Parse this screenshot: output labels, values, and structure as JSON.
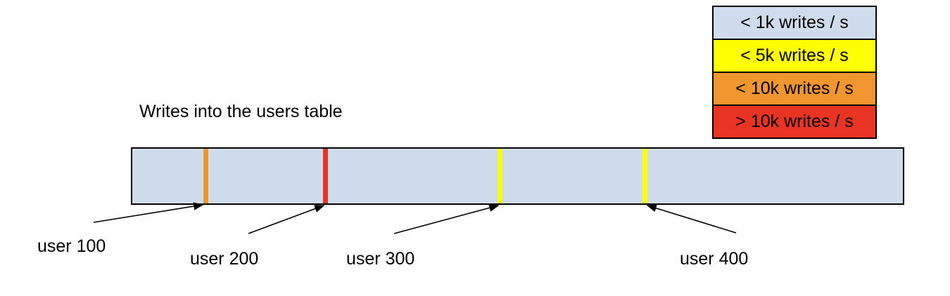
{
  "title": "Writes into the users table",
  "legend": {
    "items": [
      {
        "label": "< 1k writes / s",
        "color": "#cfdcee"
      },
      {
        "label": "< 5k writes / s",
        "color": "#feff01"
      },
      {
        "label": "< 10k writes / s",
        "color": "#f0962d"
      },
      {
        "label": "> 10k writes / s",
        "color": "#ea3423"
      }
    ]
  },
  "bar": {
    "fill": "#cfdcee",
    "border_color": "#000000"
  },
  "markers": [
    {
      "user": "user 100",
      "rate_class": "< 10k writes / s",
      "color": "#f0962d",
      "position_pct": 9.5
    },
    {
      "user": "user 200",
      "rate_class": "> 10k writes / s",
      "color": "#ea3423",
      "position_pct": 25.1
    },
    {
      "user": "user 300",
      "rate_class": "< 5k writes / s",
      "color": "#feff01",
      "position_pct": 47.7
    },
    {
      "user": "user 400",
      "rate_class": "< 5k writes / s",
      "color": "#feff01",
      "position_pct": 66.5
    }
  ]
}
